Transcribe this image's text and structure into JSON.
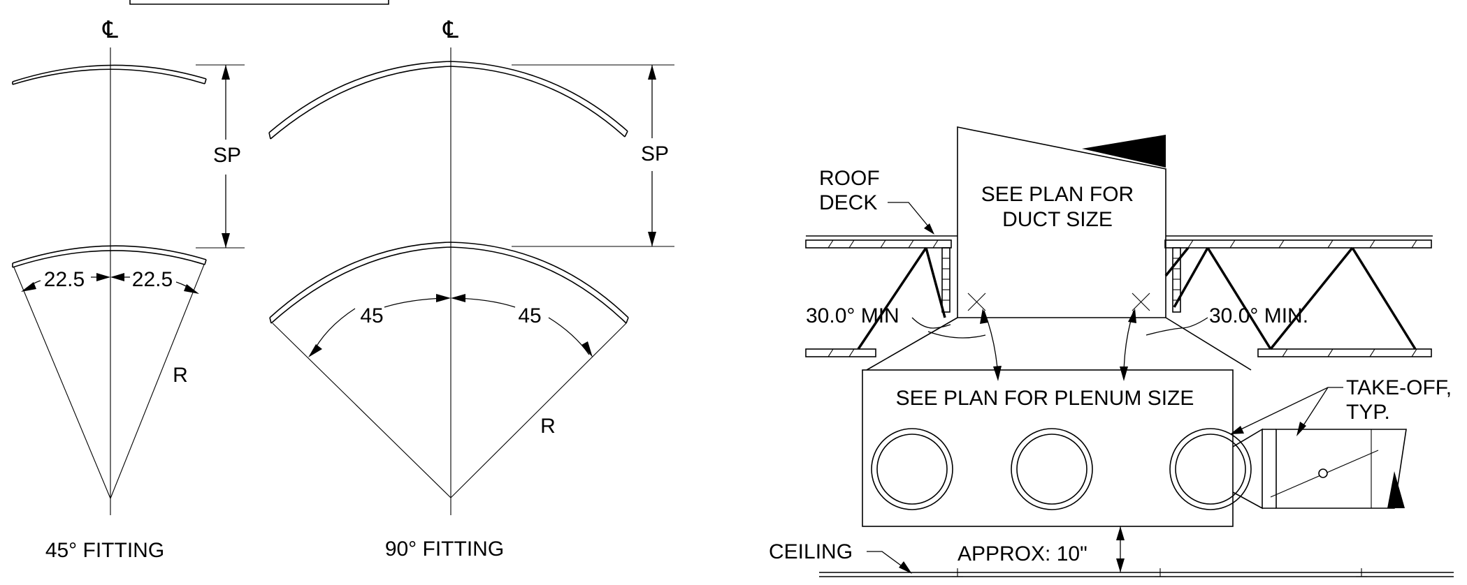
{
  "detail_a": {
    "centerline_symbol": "℄",
    "fitting_45": {
      "caption": "45° FITTING",
      "sp_label": "SP",
      "angle_left": "22.5",
      "angle_right": "22.5",
      "radius_label": "R"
    },
    "fitting_90": {
      "caption": "90° FITTING",
      "sp_label": "SP",
      "angle_left": "45",
      "angle_right": "45",
      "radius_label": "R"
    }
  },
  "detail_b": {
    "roof_deck_label_1": "ROOF",
    "roof_deck_label_2": "DECK",
    "duct_label_1": "SEE PLAN FOR",
    "duct_label_2": "DUCT SIZE",
    "angle_left": "30.0° MIN",
    "angle_right": "30.0° MIN.",
    "plenum_label": "SEE PLAN FOR PLENUM SIZE",
    "takeoff_label_1": "TAKE-OFF,",
    "takeoff_label_2": "TYP.",
    "ceiling_label": "CEILING",
    "clearance_label": "APPROX: 10\""
  }
}
